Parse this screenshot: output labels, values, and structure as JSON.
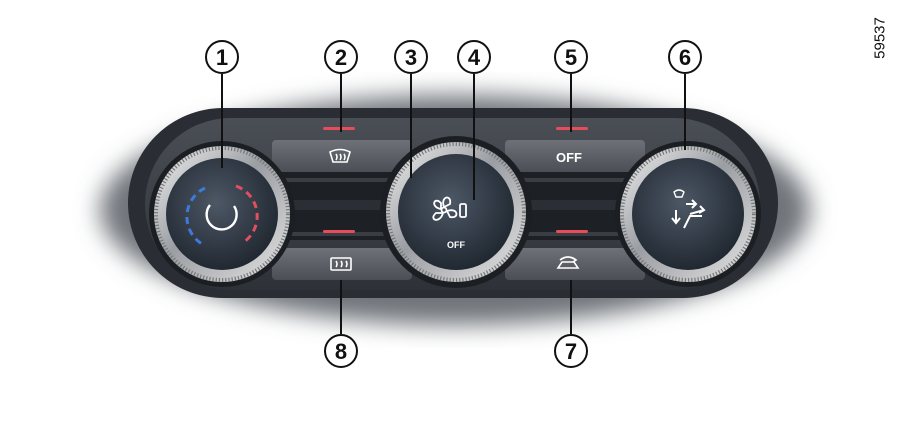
{
  "figure_ref": "59537",
  "callouts": [
    {
      "id": "1",
      "target": "temperature-knob"
    },
    {
      "id": "2",
      "target": "windscreen-demist-button"
    },
    {
      "id": "3",
      "target": "fan-knob-left-edge"
    },
    {
      "id": "4",
      "target": "fan-speed-knob"
    },
    {
      "id": "5",
      "target": "off-button"
    },
    {
      "id": "6",
      "target": "air-distribution-knob"
    },
    {
      "id": "7",
      "target": "recirculation-button"
    },
    {
      "id": "8",
      "target": "rear-demist-button"
    }
  ],
  "controls": {
    "off_button_label": "OFF",
    "fan_knob_off_label": "OFF",
    "windscreen_icon": "windscreen-demist-icon",
    "rear_demist_icon": "rear-window-demist-icon",
    "recirc_icon": "air-recirculation-icon",
    "fan_icon": "fan-icon",
    "distribution_icon": "air-distribution-icon"
  },
  "colors": {
    "indicator_led": "#e84b5a",
    "temp_cold": "#3d7bd9",
    "temp_hot": "#e2505d",
    "knob_face": "#2b3440"
  }
}
